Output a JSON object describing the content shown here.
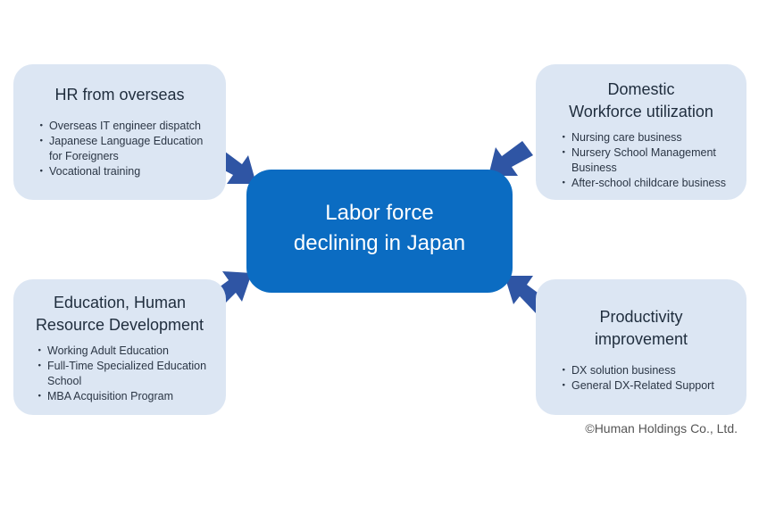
{
  "center": {
    "label": "Labor force\ndeclining in Japan"
  },
  "boxes": {
    "top_left": {
      "title": "HR from overseas",
      "items": [
        "Overseas IT engineer dispatch",
        "Japanese Language Education for Foreigners",
        "Vocational training"
      ]
    },
    "top_right": {
      "title": "Domestic\nWorkforce utilization",
      "items": [
        "Nursing care business",
        "Nursery School Management Business",
        "After-school childcare business"
      ]
    },
    "bottom_left": {
      "title": "Education, Human\nResource Development",
      "items": [
        "Working Adult Education",
        "Full-Time Specialized Education School",
        "MBA Acquisition Program"
      ]
    },
    "bottom_right": {
      "title": "Productivity\nimprovement",
      "items": [
        "DX solution business",
        "General DX-Related Support"
      ]
    }
  },
  "copyright": "©Human Holdings Co., Ltd.",
  "colors": {
    "box_fill": "#dce6f3",
    "center_fill": "#0b6cc2",
    "arrow_fill": "#2f55a4"
  }
}
